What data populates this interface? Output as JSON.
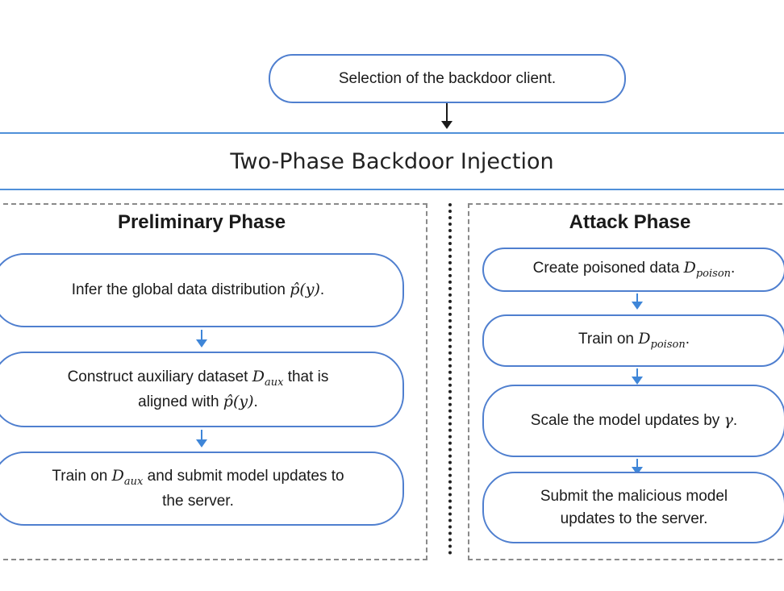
{
  "top": {
    "selection": "Selection of the backdoor client."
  },
  "band": {
    "title": "Two-Phase Backdoor Injection"
  },
  "preliminary": {
    "title": "Preliminary Phase",
    "step1": {
      "text": "Infer the global data distribution ",
      "math": "p̂(y)",
      "end": "."
    },
    "step2": {
      "line1a": "Construct auxiliary dataset ",
      "sym": "D",
      "sub": "aux",
      "line1b": " that is",
      "line2a": "aligned with ",
      "math": "p̂(y)",
      "end": "."
    },
    "step3": {
      "line1a": "Train on ",
      "sym": "D",
      "sub": "aux",
      "line1b": " and submit model updates to",
      "line2": "the server."
    }
  },
  "attack": {
    "title": "Attack Phase",
    "step1": {
      "text": "Create poisoned data ",
      "sym": "D",
      "sub": "poison",
      "end": "."
    },
    "step2": {
      "text": "Train on ",
      "sym": "D",
      "sub": "poison",
      "end": "."
    },
    "step3": {
      "text": "Scale the model updates by ",
      "math": "γ",
      "end": "."
    },
    "step4": {
      "line1": "Submit the malicious model",
      "line2": "updates to the server."
    }
  },
  "colors": {
    "node_border": "#4f7fcf",
    "band_border": "#4f90d9",
    "arrow": "#3f86d8",
    "panel_border": "#8a8a8a"
  }
}
